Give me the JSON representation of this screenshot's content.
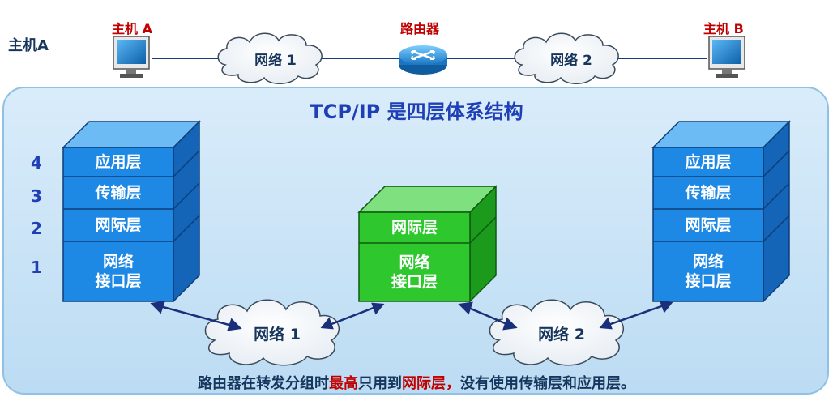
{
  "corner_title": "主机A",
  "top": {
    "host_a": "主机 A",
    "router": "路由器",
    "host_b": "主机 B",
    "net1": "网络 1",
    "net2": "网络 2"
  },
  "panel_title": "TCP/IP 是四层体系结构",
  "layer_numbers": [
    "4",
    "3",
    "2",
    "1"
  ],
  "stacks": {
    "host_a": [
      "应用层",
      "传输层",
      "网际层",
      "网络\n接口层"
    ],
    "router": [
      "网际层",
      "网络\n接口层"
    ],
    "host_b": [
      "应用层",
      "传输层",
      "网际层",
      "网络\n接口层"
    ]
  },
  "bottom_clouds": {
    "net1": "网络 1",
    "net2": "网络 2"
  },
  "bottom_note": {
    "part1": "路由器在转发分组时",
    "part2": "最高",
    "part3": "只用到",
    "part4": "网际层，",
    "part5": "没有使用传输层和应用层。"
  },
  "colors": {
    "host_stack": "#1e88e5",
    "router_stack": "#2ec82e",
    "panel": "#cfe6f7",
    "highlight": "#c00000"
  }
}
